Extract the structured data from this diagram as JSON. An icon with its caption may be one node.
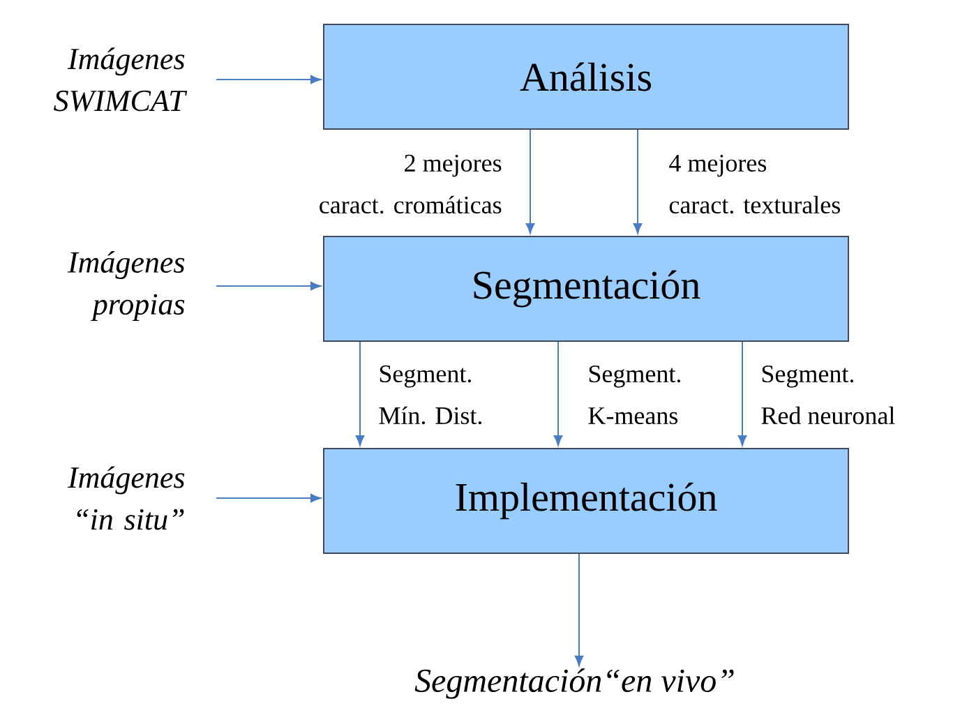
{
  "diagram": {
    "nodes": [
      {
        "text": [
          "Imágenes SWIMCAT"
        ]
      },
      {
        "text": [
          "Análisis"
        ]
      },
      {
        "text": [
          "Imágenes propias"
        ]
      },
      {
        "text": [
          "Segmentación"
        ]
      },
      {
        "text": [
          "Imágenes “in situ”"
        ]
      },
      {
        "text": [
          "Implementación"
        ]
      },
      {
        "text": [
          "Segmentación“en vivo”"
        ]
      }
    ],
    "edges": [
      {
        "from": 0,
        "to": 1,
        "arrow": "to"
      },
      {
        "from": 1,
        "to": 3,
        "arrow": "to",
        "label": "2 mejores caract. cromáticas"
      },
      {
        "from": 1,
        "to": 3,
        "arrow": "to",
        "label": "4 mejores caract. texturales"
      },
      {
        "from": 2,
        "to": 3,
        "arrow": "to"
      },
      {
        "from": 3,
        "to": 5,
        "arrow": "to",
        "label": "Segment. Mín. Dist."
      },
      {
        "from": 3,
        "to": 5,
        "arrow": "to",
        "label": "Segment. K-means"
      },
      {
        "from": 3,
        "to": 5,
        "arrow": "to",
        "label": "Segment. Red neuronal"
      },
      {
        "from": 4,
        "to": 5,
        "arrow": "to"
      },
      {
        "from": 5,
        "to": 6,
        "arrow": "to"
      }
    ]
  }
}
